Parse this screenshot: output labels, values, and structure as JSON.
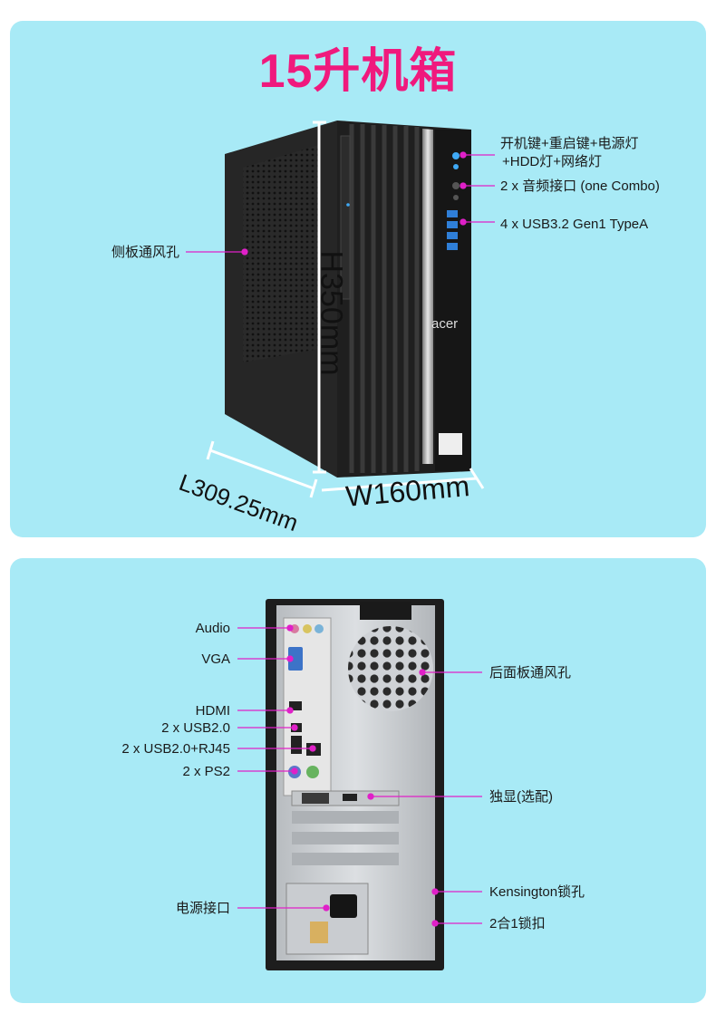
{
  "title": "15升机箱",
  "front": {
    "labels": {
      "buttons": "开机键+重启键+电源灯",
      "buttons2": "+HDD灯+网络灯",
      "audio": "2 x 音频接口 (one Combo)",
      "usb": "4 x USB3.2 Gen1 TypeA",
      "side_vent": "侧板通风孔"
    },
    "brand": "acer",
    "dims": {
      "height": "H350mm",
      "length": "L309.25mm",
      "width": "W160mm"
    }
  },
  "rear": {
    "labels": {
      "audio": "Audio",
      "vga": "VGA",
      "hdmi": "HDMI",
      "usb2": "2 x USB2.0",
      "usb2_rj45": "2 x USB2.0+RJ45",
      "ps2": "2 x PS2",
      "rear_vent": "后面板通风孔",
      "dgpu": "独显(选配)",
      "kensington": "Kensington锁孔",
      "lock2in1": "2合1锁扣",
      "power": "电源接口"
    }
  },
  "colors": {
    "accent": "#f0197d",
    "panel": "#a8eaf6",
    "leader": "#e020c8"
  }
}
